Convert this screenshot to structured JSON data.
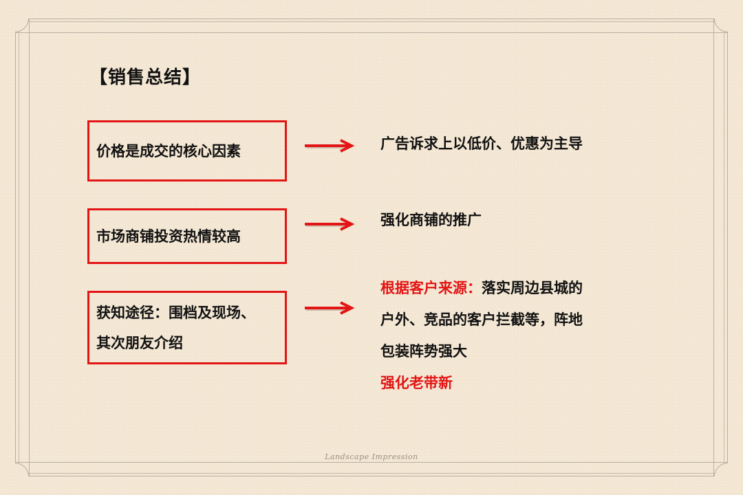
{
  "slide": {
    "title": "【销售总结】",
    "rows": [
      {
        "left_box": [
          "价格是成交的核心因素"
        ],
        "right": [
          {
            "text": "广告诉求上以低价、优惠为主导",
            "color": "#111111"
          }
        ]
      },
      {
        "left_box": [
          "市场商铺投资热情较高"
        ],
        "right": [
          {
            "text": "强化商铺的推广",
            "color": "#111111"
          }
        ]
      },
      {
        "left_box": [
          "获知途径：围档及现场、",
          "其次朋友介绍"
        ],
        "right_highlight": "根据客户来源：",
        "right_line1_rest": "落实周边县城的",
        "right_line2": "户外、竞品的客户拦截等，阵地",
        "right_line3": "包装阵势强大",
        "right_line4": "强化老带新"
      }
    ],
    "footer": "Landscape Impression",
    "colors": {
      "accent_red": "#e31414",
      "text": "#111111",
      "background": "#f3e6d2",
      "frame": "#b9ada0"
    }
  }
}
